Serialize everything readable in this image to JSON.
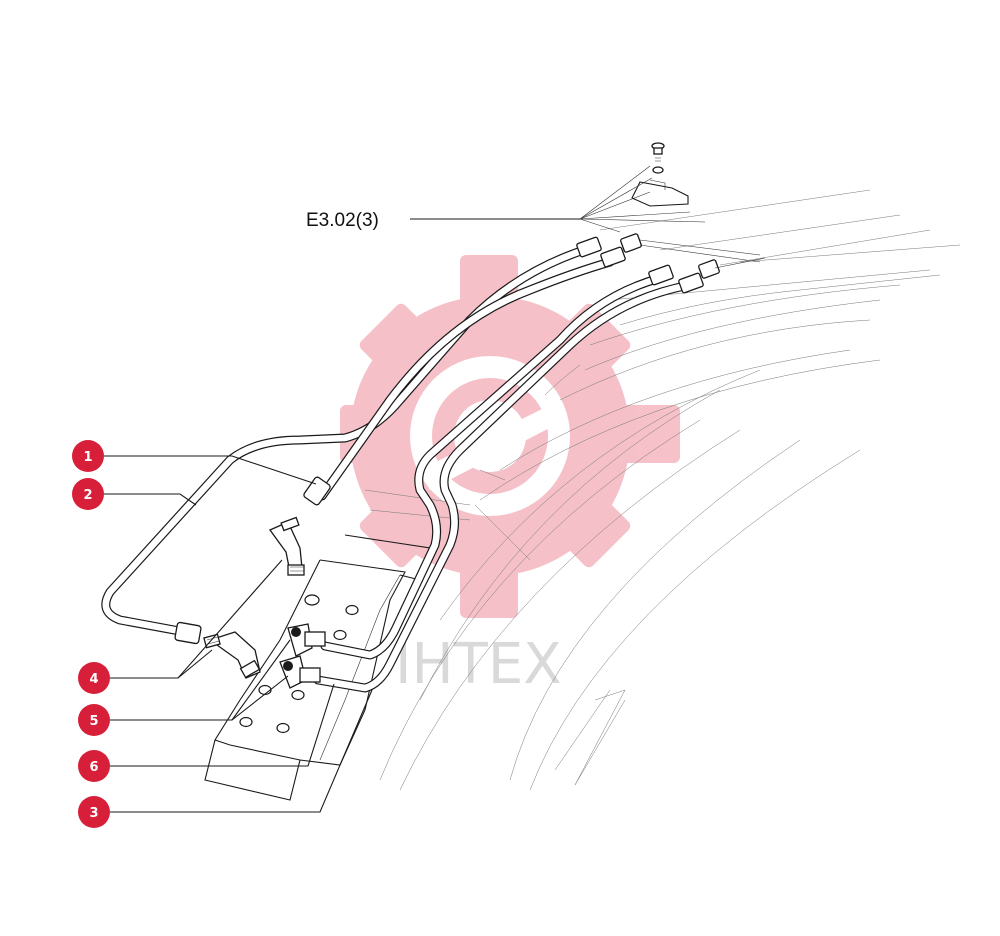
{
  "reference_label": "E3.02(3)",
  "watermark": {
    "text": "IHTEX",
    "color": "#f4b6bf"
  },
  "accent_color": "#d81f3a",
  "callouts": [
    {
      "number": "1"
    },
    {
      "number": "2"
    },
    {
      "number": "4"
    },
    {
      "number": "5"
    },
    {
      "number": "6"
    },
    {
      "number": "3"
    }
  ]
}
